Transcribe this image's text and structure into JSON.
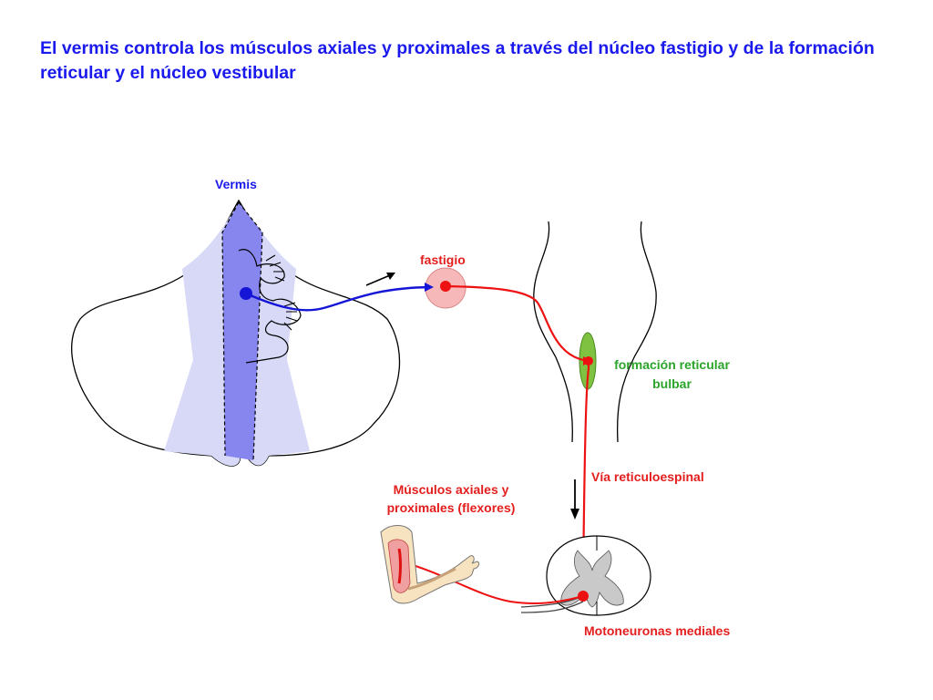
{
  "title": "El vermis controla los músculos axiales y proximales a través del núcleo fastigio y de la formación reticular y el núcleo vestibular",
  "labels": {
    "vermis": "Vermis",
    "fastigio": "fastigio",
    "formacion_line1": "formación reticular",
    "formacion_line2": "bulbar",
    "via": "Vía reticuloespinal",
    "musculos_line1": "Músculos axiales y",
    "musculos_line2": "proximales (flexores)",
    "motoneuronas": "Motoneuronas mediales"
  },
  "colors": {
    "title": "#1a1aee",
    "vermis_label": "#1a1aee",
    "red_labels": "#e41d1d",
    "green_label": "#2aa52a",
    "blue_pathway": "#1515d8",
    "red_pathway": "#ee1111",
    "reticular_nucleus": "#7fc241",
    "fastigial_nucleus": "#f6b8b8"
  }
}
